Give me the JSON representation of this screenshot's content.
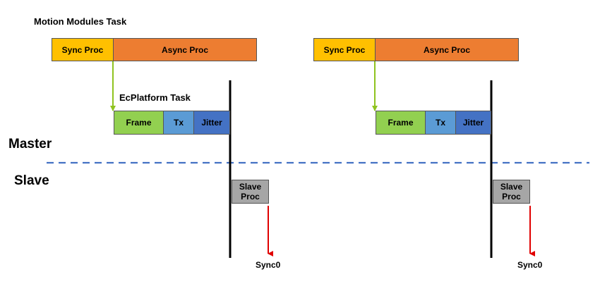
{
  "titles": {
    "motion_task": "Motion Modules Task",
    "ecplatform_task": "EcPlatform Task"
  },
  "side_labels": {
    "master": "Master",
    "slave": "Slave"
  },
  "motion_blocks": {
    "sync": "Sync Proc",
    "async": "Async Proc"
  },
  "ecplatform_blocks": {
    "frame": "Frame",
    "tx": "Tx",
    "jitter": "Jitter"
  },
  "slave_proc": {
    "line1": "Slave",
    "line2": "Proc"
  },
  "signal": "Sync0",
  "colors": {
    "sync": "#ffc000",
    "async": "#ed7d31",
    "frame": "#92d050",
    "tx": "#5b9bd5",
    "jitter": "#4472c4",
    "slave": "#a6a6a6",
    "green_arrow": "#8fc31f",
    "red_arrow": "#e00000",
    "dashed_line": "#4472c4",
    "cycle_line": "#000000"
  }
}
